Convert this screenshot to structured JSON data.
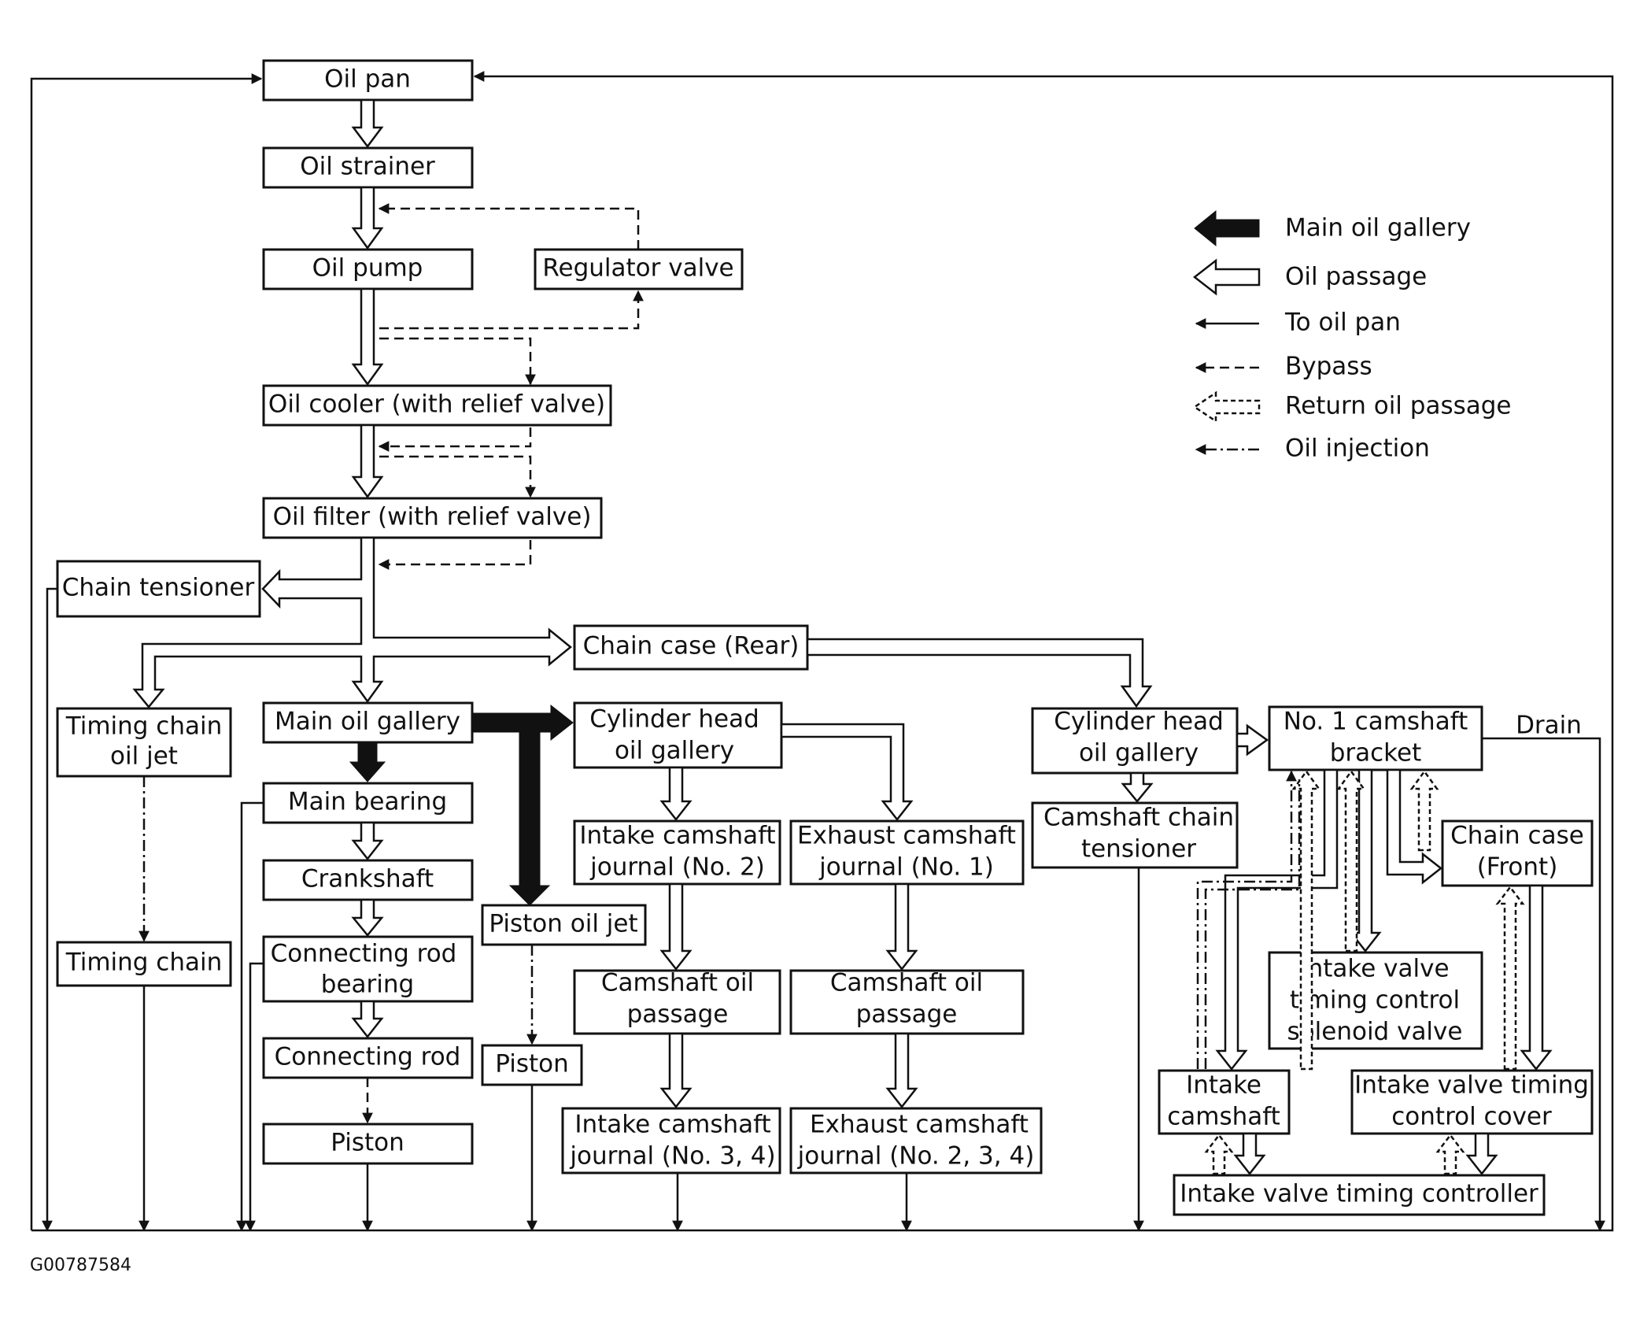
{
  "diagram": {
    "boxes": {
      "oil_pan": "Oil pan",
      "oil_strainer": "Oil strainer",
      "oil_pump": "Oil pump",
      "regulator_valve": "Regulator valve",
      "oil_cooler": "Oil cooler (with relief valve)",
      "oil_filter": "Oil filter (with relief valve)",
      "chain_tensioner": "Chain tensioner",
      "chain_case_rear": "Chain case (Rear)",
      "timing_chain_oil_jet": [
        "Timing chain",
        "oil jet"
      ],
      "main_oil_gallery": "Main oil gallery",
      "main_bearing": "Main bearing",
      "crankshaft": "Crankshaft",
      "connecting_rod_bearing": [
        "Connecting rod",
        "bearing"
      ],
      "connecting_rod": "Connecting rod",
      "piston_left": "Piston",
      "timing_chain": "Timing chain",
      "piston_oil_jet": "Piston oil jet",
      "piston_mid": "Piston",
      "cyl_head_left": [
        "Cylinder head",
        "oil gallery"
      ],
      "intake_cam_journal_2": [
        "Intake camshaft",
        "journal (No. 2)"
      ],
      "exhaust_cam_journal_1": [
        "Exhaust camshaft",
        "journal (No. 1)"
      ],
      "cam_oil_passage_left": [
        "Camshaft oil",
        "passage"
      ],
      "cam_oil_passage_right": [
        "Camshaft oil",
        "passage"
      ],
      "intake_cam_journal_34": [
        "Intake camshaft",
        "journal (No. 3, 4)"
      ],
      "exhaust_cam_journal_234": [
        "Exhaust camshaft",
        "journal (No. 2, 3, 4)"
      ],
      "cyl_head_right": [
        "Cylinder head",
        "oil gallery"
      ],
      "camshaft_chain_tensioner": [
        "Camshaft chain",
        "tensioner"
      ],
      "no1_camshaft_bracket": [
        "No. 1 camshaft",
        "bracket"
      ],
      "chain_case_front": [
        "Chain case",
        "(Front)"
      ],
      "ivtc_solenoid": [
        "Intake valve",
        "timing control",
        "solenoid valve"
      ],
      "intake_camshaft": [
        "Intake",
        "camshaft"
      ],
      "ivtc_cover": [
        "Intake valve timing",
        "control cover"
      ],
      "ivt_controller": "Intake valve timing controller"
    },
    "drain_label": "Drain",
    "figure_code": "G00787584"
  },
  "legend": {
    "items": [
      {
        "icon": "solid-arrow-icon",
        "label": "Main oil gallery"
      },
      {
        "icon": "hollow-arrow-icon",
        "label": "Oil passage"
      },
      {
        "icon": "solid-line-arrow-icon",
        "label": "To oil pan"
      },
      {
        "icon": "dashed-line-arrow-icon",
        "label": "Bypass"
      },
      {
        "icon": "dashed-hollow-arrow-icon",
        "label": "Return oil passage"
      },
      {
        "icon": "dash-dot-arrow-icon",
        "label": "Oil injection"
      }
    ]
  }
}
